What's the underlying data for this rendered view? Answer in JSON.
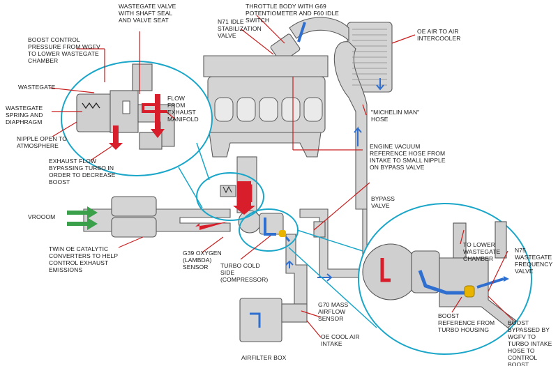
{
  "labels": {
    "throttle": "THROTTLE BODY WITH G69 POTENTIOMETER AND F60 IDLE SWITCH",
    "n71": "N71 IDLE STABILIZATION VALVE",
    "intercooler": "OE AIR TO AIR INTERCOOLER",
    "wg_valve": "WASTEGATE VALVE WITH SHAFT SEAL AND VALVE SEAT",
    "boost_control": "BOOST CONTROL PRESSURE FROM WGFV TO LOWER WASTEGATE CHAMBER",
    "wastegate": "WASTEGATE",
    "wg_spring": "WASTEGATE SPRING AND DIAPHRAGM",
    "nipple": "NIPPLE OPEN TO ATMOSPHERE",
    "exhaust_bypass": "EXHAUST FLOW BYPASSING TURBO IN ORDER TO DECREASE BOOST",
    "flow": "FLOW FROM EXHAUST MANIFOLD",
    "michelin": "\"MICHELIN MAN\" HOSE",
    "vacuum_ref": "ENGINE VACUUM REFERENCE HOSE FROM INTAKE TO SMALL NIPPLE ON BYPASS VALVE",
    "bypass_valve": "BYPASS VALVE",
    "vrooom": "VROOOM",
    "cats": "TWIN OE CATALYTIC CONVERTERS TO HELP CONTROL EXHAUST EMISSIONS",
    "g39": "G39 OXYGEN (LAMBDA) SENSOR",
    "turbo_cold": "TURBO COLD SIDE (COMPRESSOR)",
    "lower_wg": "TO LOWER WASTEGATE CHAMBER",
    "n75": "N75 WASTEGATE FREQUENCY VALVE",
    "boost_ref": "BOOST REFERENCE FROM TURBO HOUSING",
    "boost_bypassed": "BOOST BYPASSED BY WGFV TO TURBO INTAKE HOSE TO CONTROL BOOST",
    "g70": "G70 MASS AIRFLOW SENSOR",
    "oe_cool": "OE COOL AIR INTAKE",
    "airfilter": "AIRFILTER BOX"
  },
  "colors": {
    "pipe": "#d2d2d2",
    "outline": "#555555",
    "leader": "#c81e1e",
    "circle": "#1aa6c8",
    "hot": "#d81e2a",
    "cool": "#2f6fd0",
    "bypass": "#e8b400",
    "green": "#3aa04a"
  }
}
